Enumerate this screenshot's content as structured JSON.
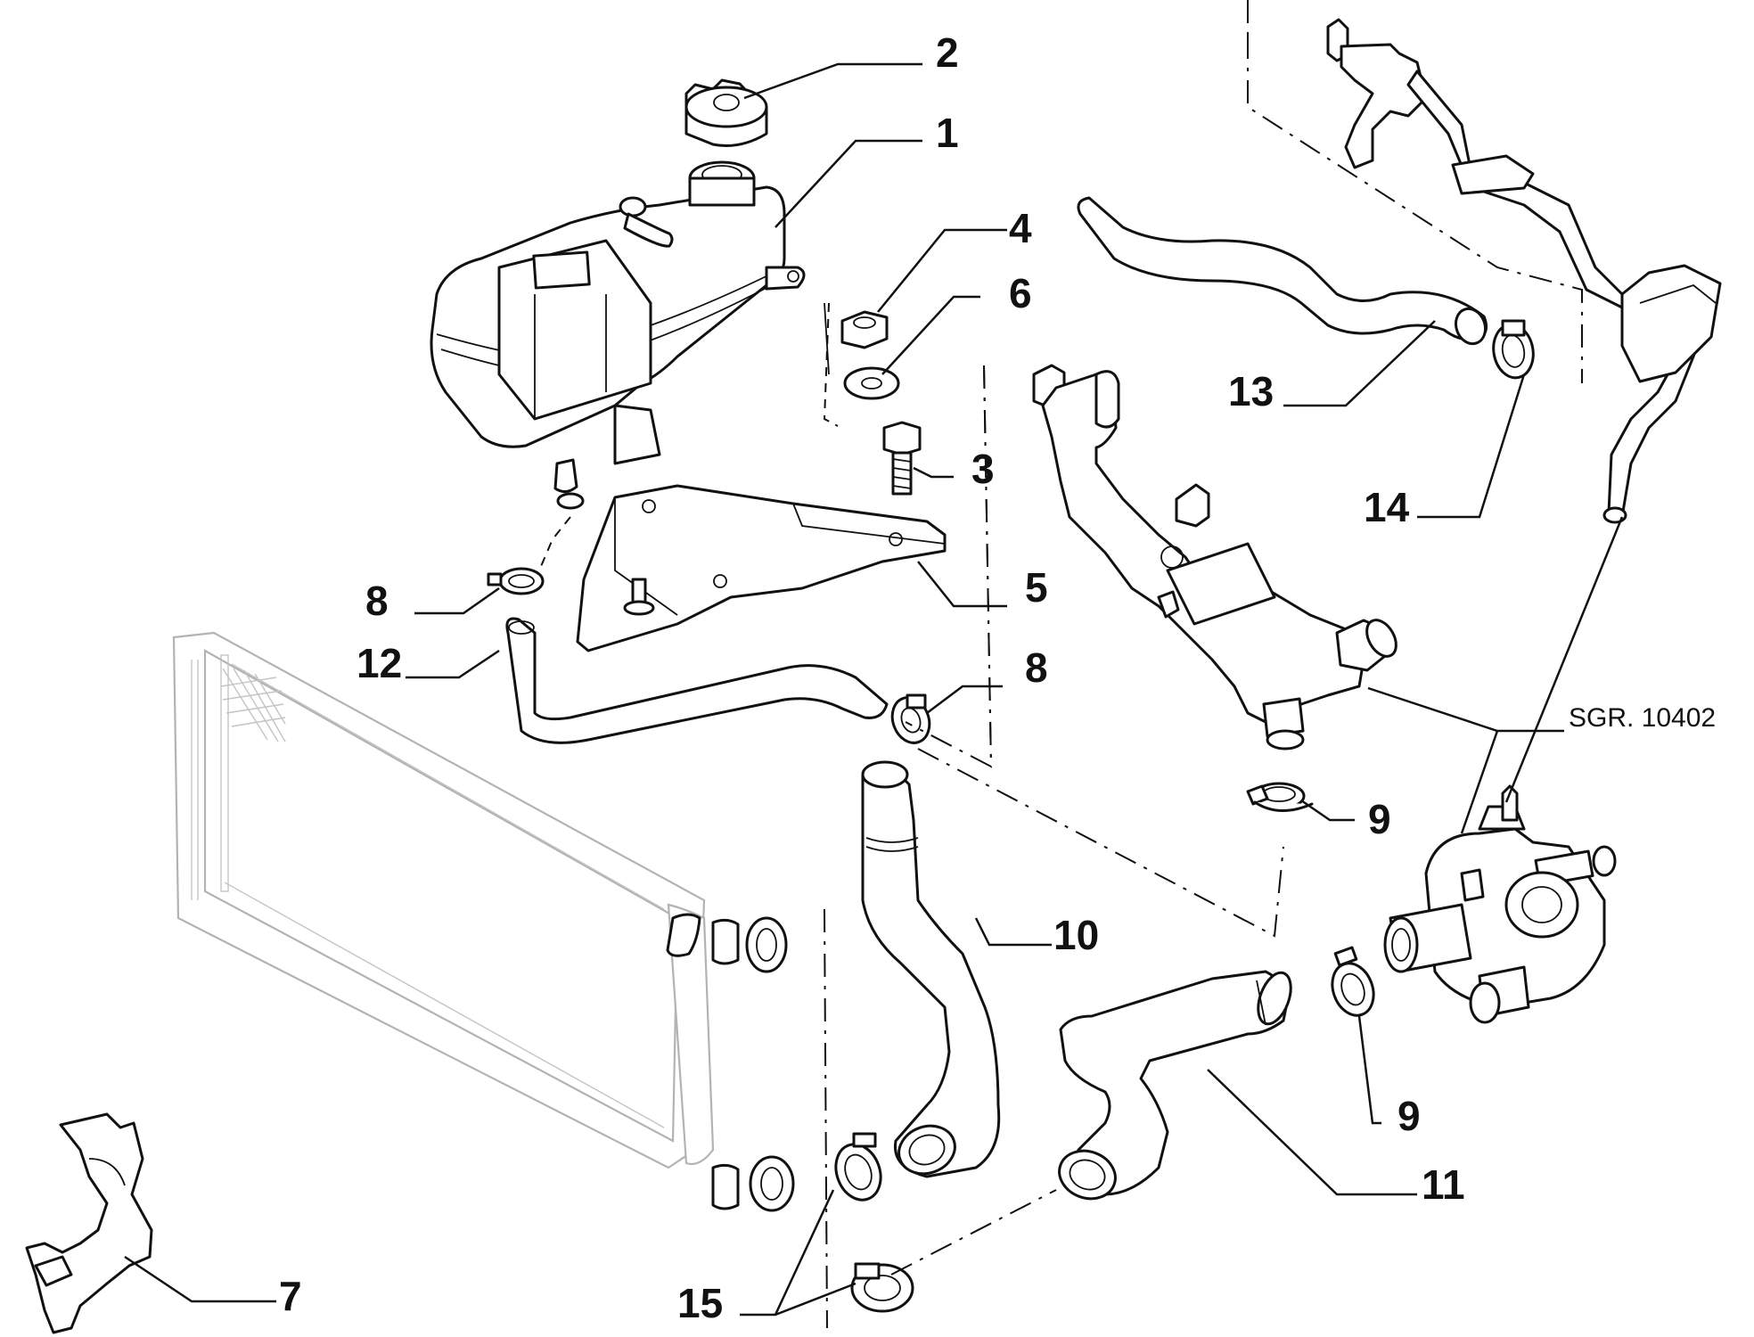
{
  "diagram": {
    "callouts": {
      "c1": "1",
      "c2": "2",
      "c3": "3",
      "c4": "4",
      "c5": "5",
      "c6": "6",
      "c7": "7",
      "c8a": "8",
      "c8b": "8",
      "c9a": "9",
      "c9b": "9",
      "c10": "10",
      "c11": "11",
      "c12": "12",
      "c13": "13",
      "c14": "14",
      "c15": "15"
    },
    "reference": "SGR. 10402"
  }
}
